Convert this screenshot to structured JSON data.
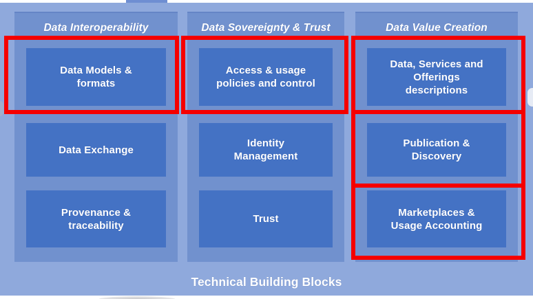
{
  "diagram": {
    "footer_title": "Technical Building Blocks",
    "columns": [
      {
        "header": "Data Interoperability",
        "blocks": [
          {
            "label": "Data Models & formats",
            "highlighted": true
          },
          {
            "label": "Data Exchange",
            "highlighted": false
          },
          {
            "label": "Provenance & traceability",
            "highlighted": false
          }
        ]
      },
      {
        "header": "Data Sovereignty & Trust",
        "blocks": [
          {
            "label": "Access & usage policies and control",
            "highlighted": true
          },
          {
            "label": "Identity Management",
            "highlighted": false
          },
          {
            "label": "Trust",
            "highlighted": false
          }
        ]
      },
      {
        "header": "Data Value Creation",
        "blocks": [
          {
            "label": "Data, Services and Offerings descriptions",
            "highlighted": true
          },
          {
            "label": "Publication & Discovery",
            "highlighted": true
          },
          {
            "label": "Marketplaces & Usage Accounting",
            "highlighted": true
          }
        ]
      }
    ],
    "colors": {
      "panel_bg": "#8FA9DC",
      "column_bg": "#7191CE",
      "block_bg": "#4472C4",
      "highlight_border": "#F50000",
      "text": "#FFFFFF"
    }
  }
}
